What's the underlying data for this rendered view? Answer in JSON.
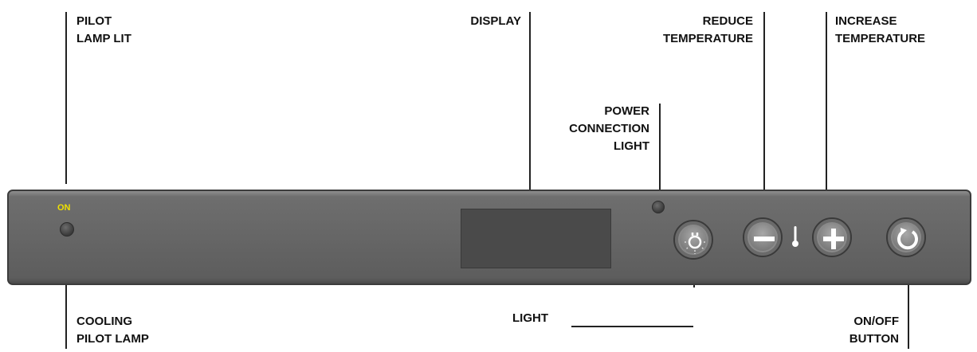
{
  "labels": {
    "pilot_lamp_lit": [
      "PILOT",
      "LAMP LIT"
    ],
    "cooling_pilot_lamp": [
      "COOLING",
      "PILOT LAMP"
    ],
    "display": "DISPLAY",
    "power_connection_light": [
      "POWER",
      "CONNECTION",
      "LIGHT"
    ],
    "reduce_temperature": [
      "REDUCE",
      "TEMPERATURE"
    ],
    "increase_temperature": [
      "INCREASE",
      "TEMPERATURE"
    ],
    "light": "LIGHT",
    "on_off_button": [
      "ON/OFF",
      "BUTTON"
    ]
  },
  "panel": {
    "on_indicator_text": "ON"
  },
  "icons": {
    "light_button": "lightbulb-icon",
    "minus_button": "minus-icon",
    "thermometer": "thermometer-icon",
    "plus_button": "plus-icon",
    "power_button": "power-icon"
  },
  "colors": {
    "panel": "#666666",
    "on_text": "#f0e000",
    "label_text": "#111111"
  }
}
